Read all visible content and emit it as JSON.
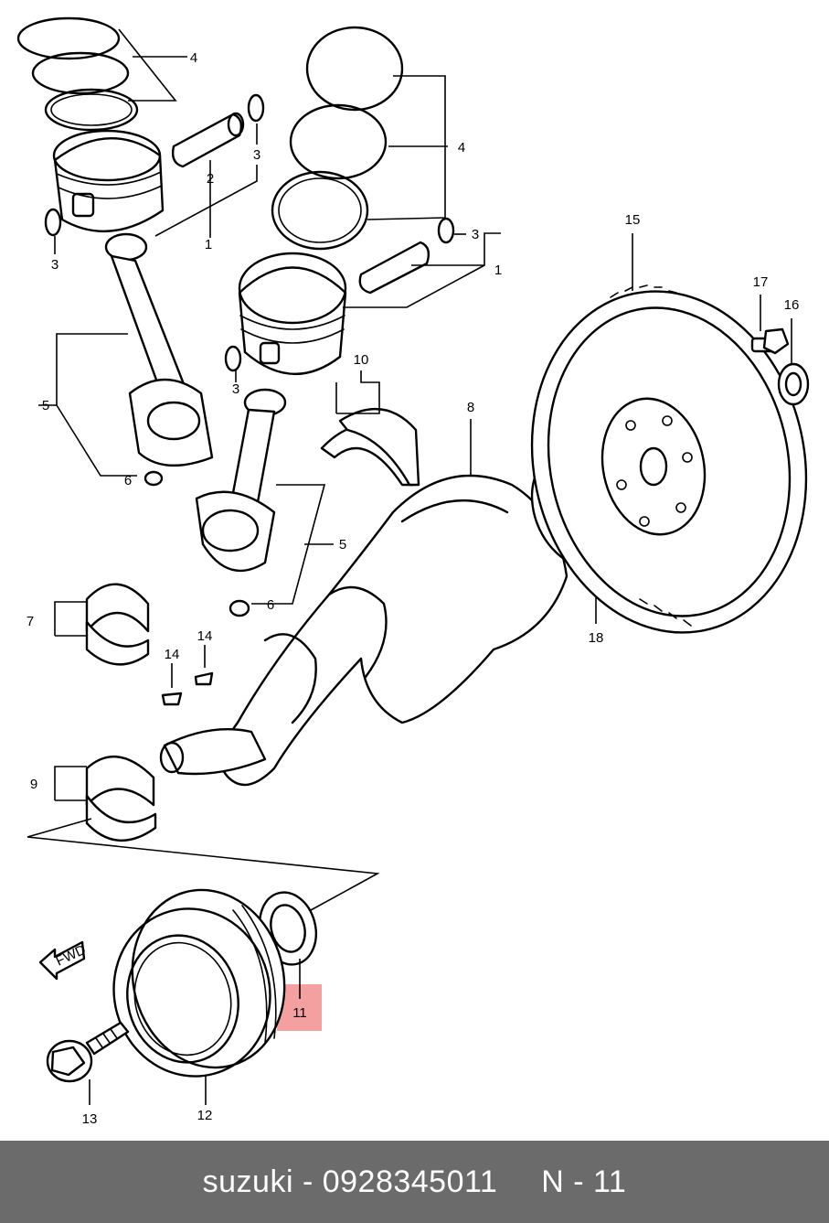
{
  "diagram": {
    "highlight_color": "#f4a0a0",
    "callouts": {
      "c1a": "1",
      "c1b": "1",
      "c2": "2",
      "c3a": "3",
      "c3b": "3",
      "c3c": "3",
      "c3d": "3",
      "c4a": "4",
      "c4b": "4",
      "c5a": "5",
      "c5b": "5",
      "c6a": "6",
      "c6b": "6",
      "c7": "7",
      "c8": "8",
      "c9": "9",
      "c10": "10",
      "c11": "11",
      "c12": "12",
      "c13": "13",
      "c14a": "14",
      "c14b": "14",
      "c15": "15",
      "c16": "16",
      "c17": "17",
      "c18": "18"
    },
    "fwd_label": "FWD"
  },
  "footer": {
    "brand_part": "suzuki - 0928345011",
    "ref": "N - 11",
    "background": "#6b6b6b"
  }
}
